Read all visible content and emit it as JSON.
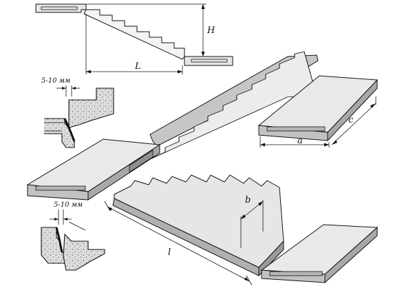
{
  "labels": {
    "height": "H",
    "length": "L",
    "gap_top": "5-10 мм",
    "gap_bottom": "5-10 мм",
    "landing_width": "a",
    "landing_depth": "c",
    "step_width": "b",
    "flight_length": "l"
  },
  "colors": {
    "concrete_top": "#e9e9e9",
    "concrete_face": "#c4c4c4",
    "concrete_side": "#a9a9a9",
    "concrete_dark": "#8c8c8c",
    "section_fill": "#dedede",
    "outline": "#111111"
  }
}
